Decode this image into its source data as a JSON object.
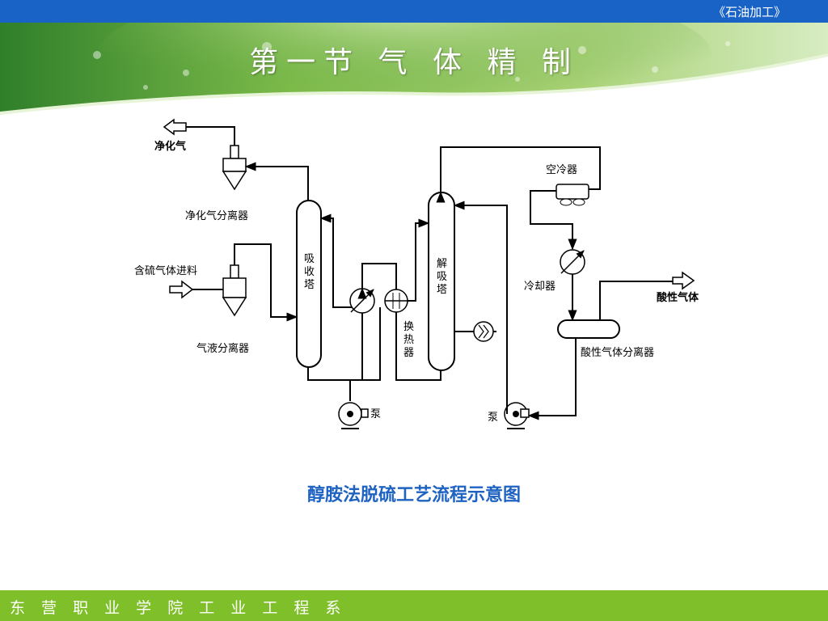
{
  "header": {
    "course": "《石油加工》",
    "title": "第一节 气 体 精 制"
  },
  "diagram": {
    "labels": {
      "purified_gas": "净化气",
      "purified_gas_separator": "净化气分离器",
      "sulfur_feed": "含硫气体进料",
      "gas_liquid_separator": "气液分离器",
      "absorber": [
        "吸",
        "收",
        "塔"
      ],
      "desorber": [
        "解",
        "吸",
        "塔"
      ],
      "heat_exchanger": [
        "换",
        "热",
        "器"
      ],
      "air_cooler": "空冷器",
      "cooler": "冷却器",
      "acid_gas": "酸性气体",
      "acid_gas_separator": "酸性气体分离器",
      "pump_left": "泵",
      "pump_right": "泵"
    },
    "caption": "醇胺法脱硫工艺流程示意图"
  },
  "footer": {
    "org": "东 营 职 业 学 院 工 业 工 程 系"
  }
}
